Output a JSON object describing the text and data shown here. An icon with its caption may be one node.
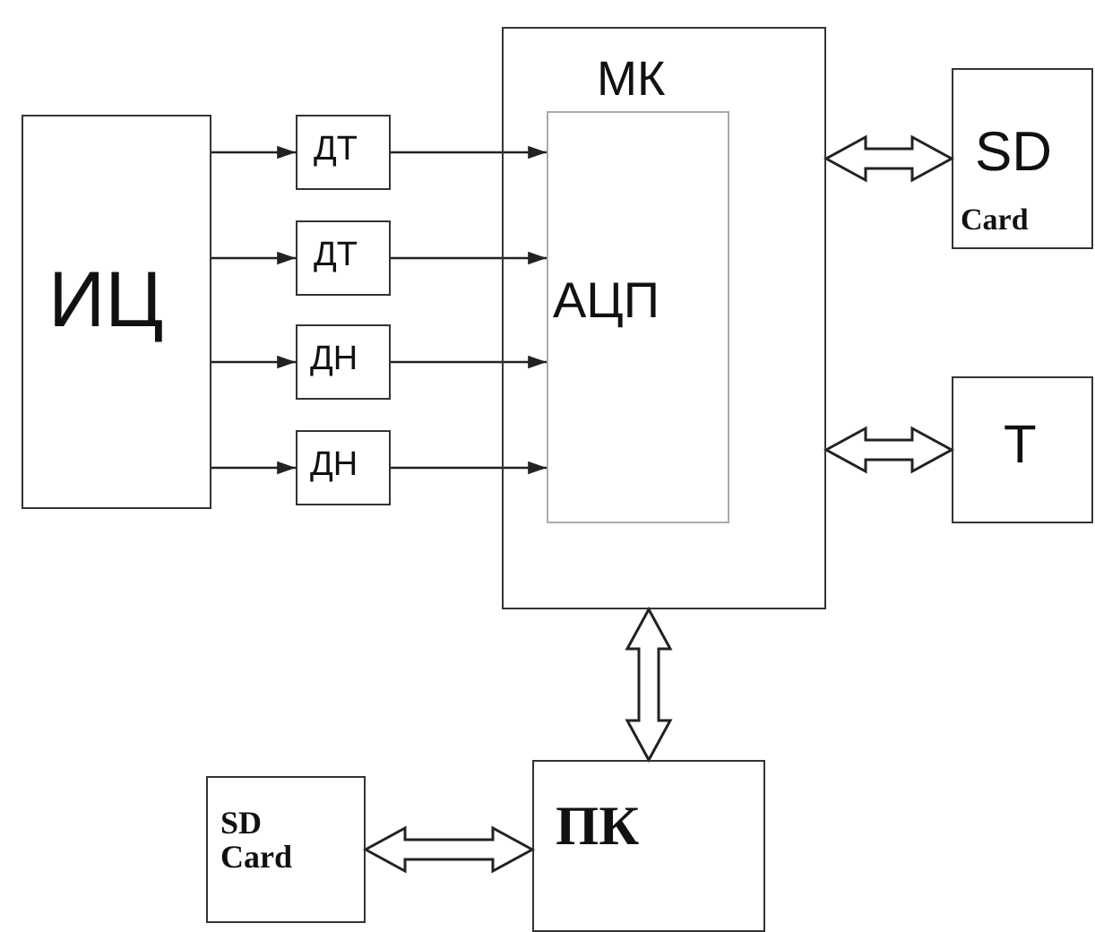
{
  "diagram": {
    "nodes": [
      {
        "text": [
          "ИЦ"
        ]
      },
      {
        "text": [
          "ДТ"
        ]
      },
      {
        "text": [
          "ДТ"
        ]
      },
      {
        "text": [
          "ДН"
        ]
      },
      {
        "text": [
          "ДН"
        ]
      },
      {
        "text": [
          "МК"
        ]
      },
      {
        "text": [
          "АЦП"
        ],
        "in": 5
      },
      {
        "text": [
          "SD",
          "Card"
        ]
      },
      {
        "text": [
          "Т"
        ]
      },
      {
        "text": [
          "ПК"
        ]
      },
      {
        "text": [
          "SD Card"
        ]
      }
    ],
    "edges": [
      {
        "from": 0,
        "to": 1,
        "arrow": "to"
      },
      {
        "from": 0,
        "to": 2,
        "arrow": "to"
      },
      {
        "from": 0,
        "to": 3,
        "arrow": "to"
      },
      {
        "from": 0,
        "to": 4,
        "arrow": "to"
      },
      {
        "from": 1,
        "to": 6,
        "arrow": "to"
      },
      {
        "from": 2,
        "to": 6,
        "arrow": "to"
      },
      {
        "from": 3,
        "to": 6,
        "arrow": "to"
      },
      {
        "from": 4,
        "to": 6,
        "arrow": "to"
      },
      {
        "from": 5,
        "to": 7,
        "arrow": "both",
        "style": "thick"
      },
      {
        "from": 5,
        "to": 8,
        "arrow": "both",
        "style": "thick"
      },
      {
        "from": 5,
        "to": 9,
        "arrow": "both",
        "style": "thick"
      },
      {
        "from": 10,
        "to": 9,
        "arrow": "both",
        "style": "thick"
      }
    ]
  }
}
